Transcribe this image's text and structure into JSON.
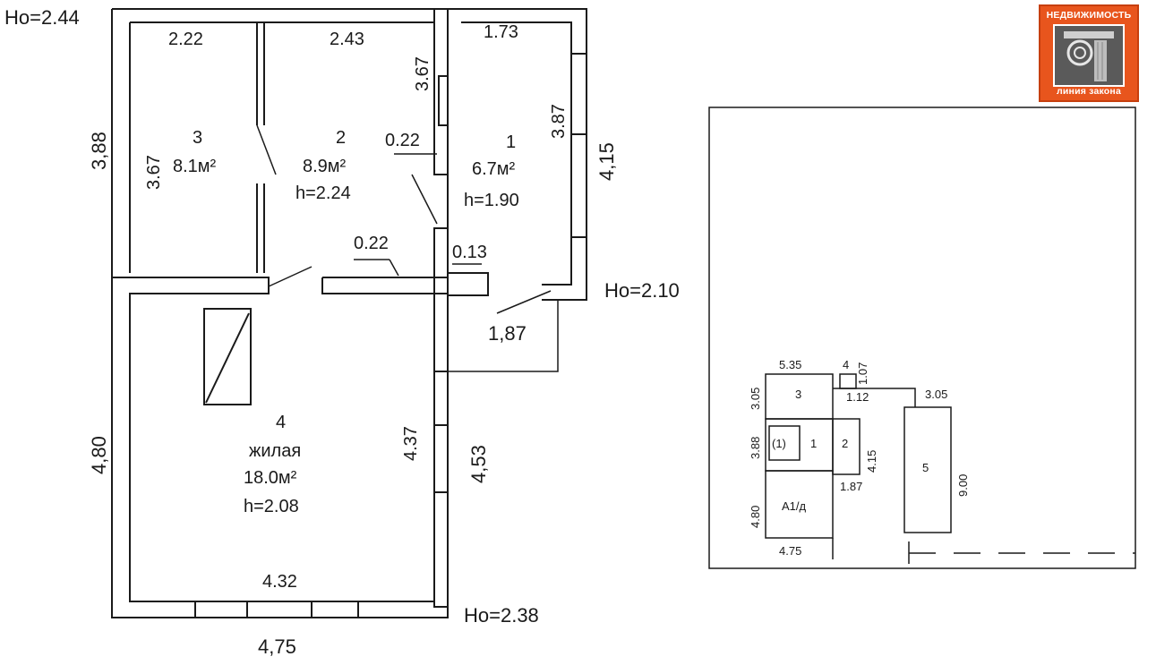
{
  "plan": {
    "heights": {
      "topleft": "Ho=2.44",
      "right": "Ho=2.10",
      "bottom": "Ho=2.38"
    },
    "rooms": [
      {
        "number": "1",
        "area": "6.7м²",
        "height": "h=1.90"
      },
      {
        "number": "2",
        "area": "8.9м²",
        "height": "h=2.24"
      },
      {
        "number": "3",
        "area": "8.1м²"
      },
      {
        "number": "4",
        "type": "жилая",
        "area": "18.0м²",
        "height": "h=2.08"
      }
    ],
    "dimensions": {
      "top_a": "2.22",
      "top_b": "2.43",
      "top_c": "1.73",
      "left_upper": "3,88",
      "left_lower": "4,80",
      "room3_inner": "3.67",
      "room2_inner": "3.67",
      "room1_inner": "3.87",
      "right_upper": "4,15",
      "wall_a": "0.22",
      "wall_b": "0.22",
      "wall_c": "0.13",
      "porch": "1,87",
      "room4_inner": "4.37",
      "right_lower": "4,53",
      "bottom_inner": "4.32",
      "bottom_outer": "4,75"
    }
  },
  "site": {
    "dimensions": {
      "d535": "5.35",
      "d4": "4",
      "d107": "1.07",
      "d305a": "3.05",
      "d112": "1.12",
      "d305b": "3.05",
      "d388": "3.88",
      "d415": "4.15",
      "d187": "1.87",
      "d480": "4.80",
      "d475": "4.75",
      "d900": "9.00"
    },
    "labels": {
      "r3": "3",
      "r1p": "(1)",
      "r1": "1",
      "r2": "2",
      "main": "А1/д",
      "b5": "5"
    }
  },
  "logo": {
    "top_text": "НЕДВИЖИМОСТЬ",
    "bottom_text": "линия закона",
    "color": "#e8551d"
  }
}
